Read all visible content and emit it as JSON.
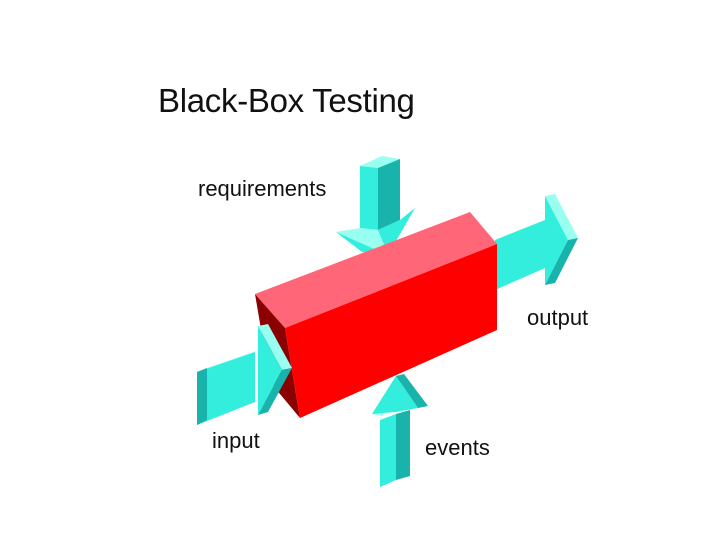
{
  "title": "Black-Box Testing",
  "labels": {
    "requirements": "requirements",
    "output": "output",
    "input": "input",
    "events": "events"
  },
  "colors": {
    "box_front": "#ff0000",
    "box_top": "#ff6677",
    "box_side": "#8b0000",
    "arrow_face": "#33eedd",
    "arrow_light": "#99fff0",
    "arrow_dark": "#18b3aa"
  }
}
